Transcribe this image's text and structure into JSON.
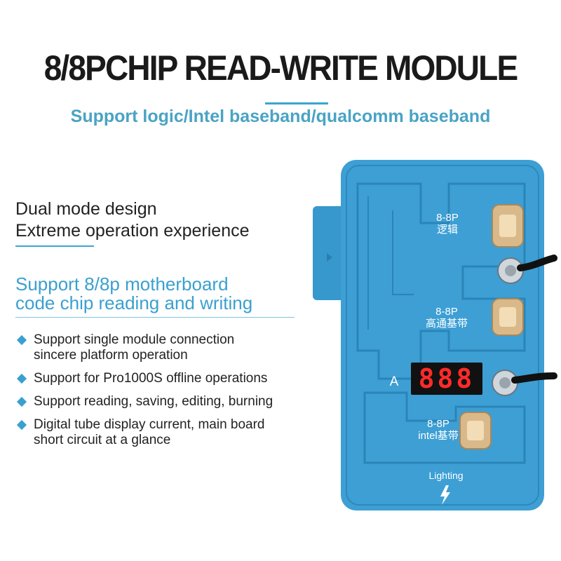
{
  "title": "8/8PCHIP READ-WRITE MODULE",
  "subtitle": "Support logic/Intel baseband/qualcomm baseband",
  "features_head": [
    "Dual mode design",
    "Extreme operation experience"
  ],
  "support_head": [
    "Support 8/8p motherboard",
    "code chip reading and writing"
  ],
  "bullets": [
    [
      "Support single module connection",
      "sincere platform operation"
    ],
    [
      "Support for Pro1000S offline operations"
    ],
    [
      "Support reading, saving, editing, burning"
    ],
    [
      "Digital tube display current, main board",
      "short circuit at a glance"
    ]
  ],
  "device": {
    "slot_logic": [
      "8-8P",
      "逻辑"
    ],
    "slot_qualcomm": [
      "8-8P",
      "高通基带"
    ],
    "slot_intel": [
      "8-8P",
      "intel基带"
    ],
    "display_unit": "A",
    "display_digits": "888",
    "connector_label": "Lighting"
  },
  "colors": {
    "accent": "#3aa0cf",
    "device_blue": "#3b9fd3",
    "gold": "#d9b98a"
  },
  "icons": [
    "diamond-bullet-icon",
    "arrow-right-icon",
    "lightning-bolt-icon",
    "screw-icon",
    "cable-icon"
  ]
}
